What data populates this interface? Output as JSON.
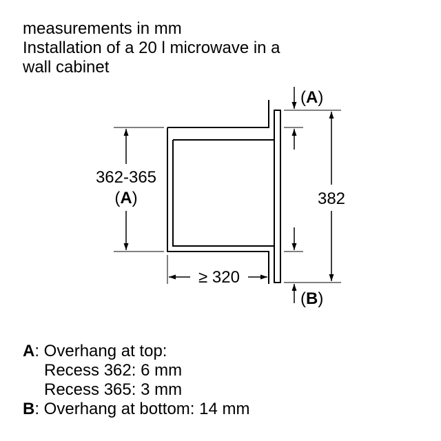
{
  "header": {
    "line1": "measurements in mm",
    "line2": "Installation of a 20 l microwave in a",
    "line3": "wall cabinet"
  },
  "diagram": {
    "height_label": "362-365",
    "height_ref": "A",
    "depth_label": "≥ 320",
    "front_height_label": "382",
    "top_marker": "A",
    "bottom_marker": "B"
  },
  "notes": {
    "a_key": "A",
    "a_text": ": Overhang at top:",
    "recess_362": "Recess 362: 6 mm",
    "recess_365": "Recess 365: 3 mm",
    "b_key": "B",
    "b_text": ": Overhang at bottom: 14 mm"
  }
}
